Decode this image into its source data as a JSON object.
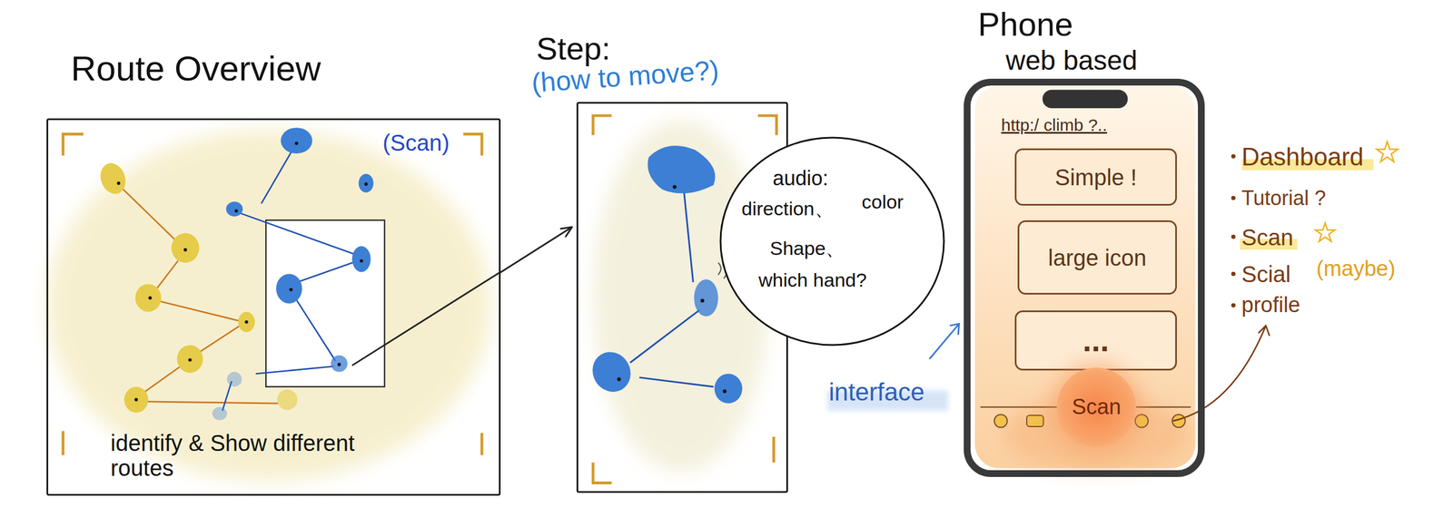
{
  "diagram": {
    "nodes": [
      {
        "text": [
          "Route Overview",
          "(Scan)",
          "identify & Show different routes"
        ]
      },
      {
        "text": [
          "Step:",
          "(how to move?)"
        ]
      },
      {
        "text": [
          "audio:",
          "direction、",
          "color",
          "Shape、",
          "which hand?"
        ]
      },
      {
        "text": [
          "Phone",
          "web based",
          "http:/ climb ?.."
        ]
      },
      {
        "text": [
          "Simple !"
        ],
        "in": 3
      },
      {
        "text": [
          "large icon"
        ],
        "in": 3
      },
      {
        "text": [
          "..."
        ],
        "in": 3
      },
      {
        "text": [
          "Scan"
        ],
        "in": 3
      }
    ],
    "edges": [
      {
        "from": 0,
        "to": 1,
        "arrow": "to"
      }
    ],
    "labels": [
      "interface",
      "Dashboard",
      "Tutorial ?",
      "Scan",
      "Scial",
      "(maybe)",
      "profile"
    ]
  }
}
